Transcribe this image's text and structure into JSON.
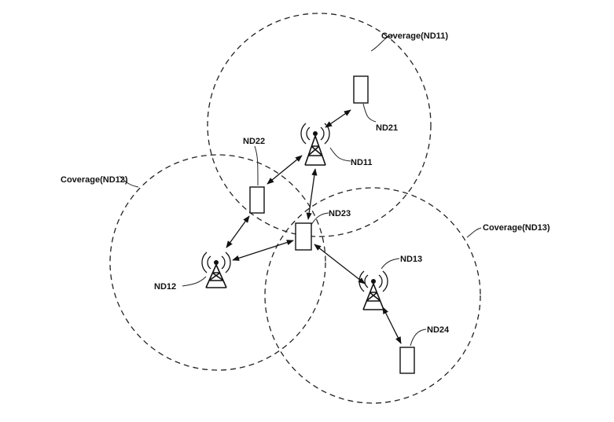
{
  "coverages": [
    {
      "id": "ND11",
      "label": "Coverage(ND11)"
    },
    {
      "id": "ND12",
      "label": "Coverage(ND12)"
    },
    {
      "id": "ND13",
      "label": "Coverage(ND13)"
    }
  ],
  "towers": [
    {
      "id": "ND11",
      "label": "ND11"
    },
    {
      "id": "ND12",
      "label": "ND12"
    },
    {
      "id": "ND13",
      "label": "ND13"
    }
  ],
  "devices": [
    {
      "id": "ND21",
      "label": "ND21"
    },
    {
      "id": "ND22",
      "label": "ND22"
    },
    {
      "id": "ND23",
      "label": "ND23"
    },
    {
      "id": "ND24",
      "label": "ND24"
    }
  ],
  "links": [
    [
      "ND21",
      "ND11"
    ],
    [
      "ND22",
      "ND11"
    ],
    [
      "ND22",
      "ND12"
    ],
    [
      "ND23",
      "ND11"
    ],
    [
      "ND23",
      "ND12"
    ],
    [
      "ND23",
      "ND13"
    ],
    [
      "ND24",
      "ND13"
    ]
  ]
}
